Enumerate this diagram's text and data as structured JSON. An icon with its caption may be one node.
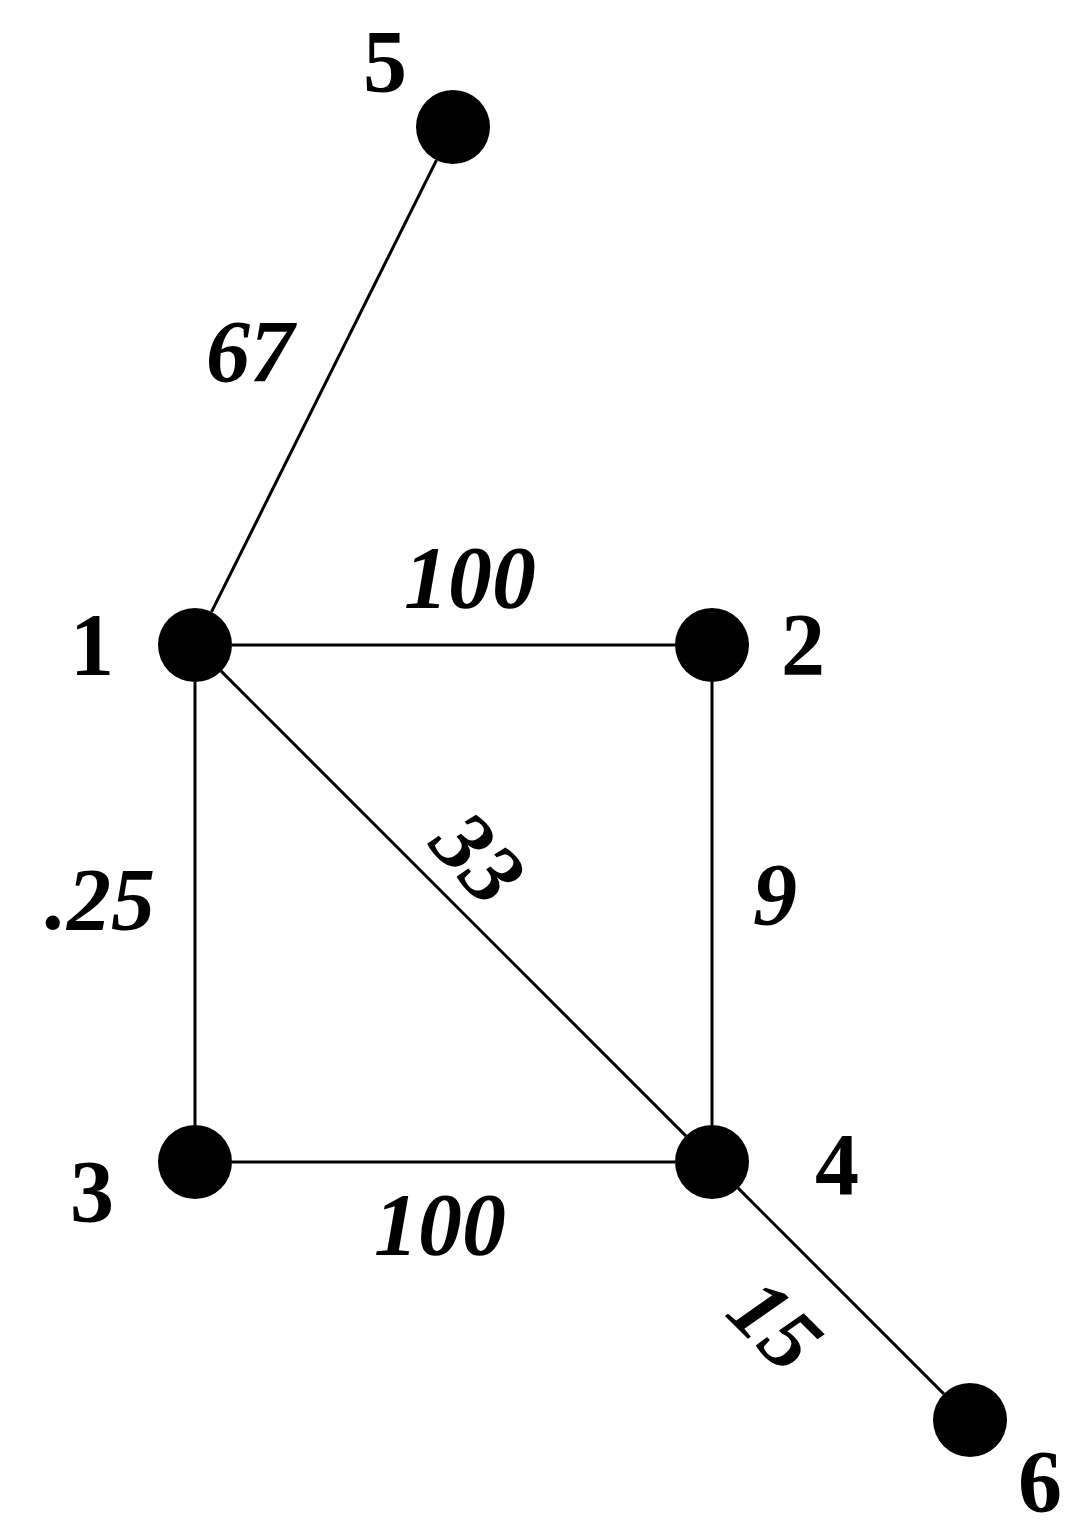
{
  "diagram": {
    "nodes": [
      {
        "text": [],
        "shape": "circle",
        "beside": [
          "5"
        ]
      },
      {
        "text": [],
        "shape": "circle",
        "beside": [
          "1"
        ]
      },
      {
        "text": [],
        "shape": "circle",
        "beside": [
          "2"
        ]
      },
      {
        "text": [],
        "shape": "circle",
        "beside": [
          "3"
        ]
      },
      {
        "text": [],
        "shape": "circle",
        "beside": [
          "4"
        ]
      },
      {
        "text": [],
        "shape": "circle",
        "beside": [
          "6"
        ]
      }
    ],
    "edges": [
      {
        "from": 1,
        "to": 0,
        "arrow": "none",
        "label": "67"
      },
      {
        "from": 1,
        "to": 2,
        "arrow": "none",
        "label": "100"
      },
      {
        "from": 1,
        "to": 3,
        "arrow": "none",
        "label": ".25"
      },
      {
        "from": 1,
        "to": 4,
        "arrow": "none",
        "label": "33"
      },
      {
        "from": 2,
        "to": 4,
        "arrow": "none",
        "label": "9"
      },
      {
        "from": 3,
        "to": 4,
        "arrow": "none",
        "label": "100"
      },
      {
        "from": 4,
        "to": 5,
        "arrow": "none",
        "label": "15"
      }
    ]
  }
}
